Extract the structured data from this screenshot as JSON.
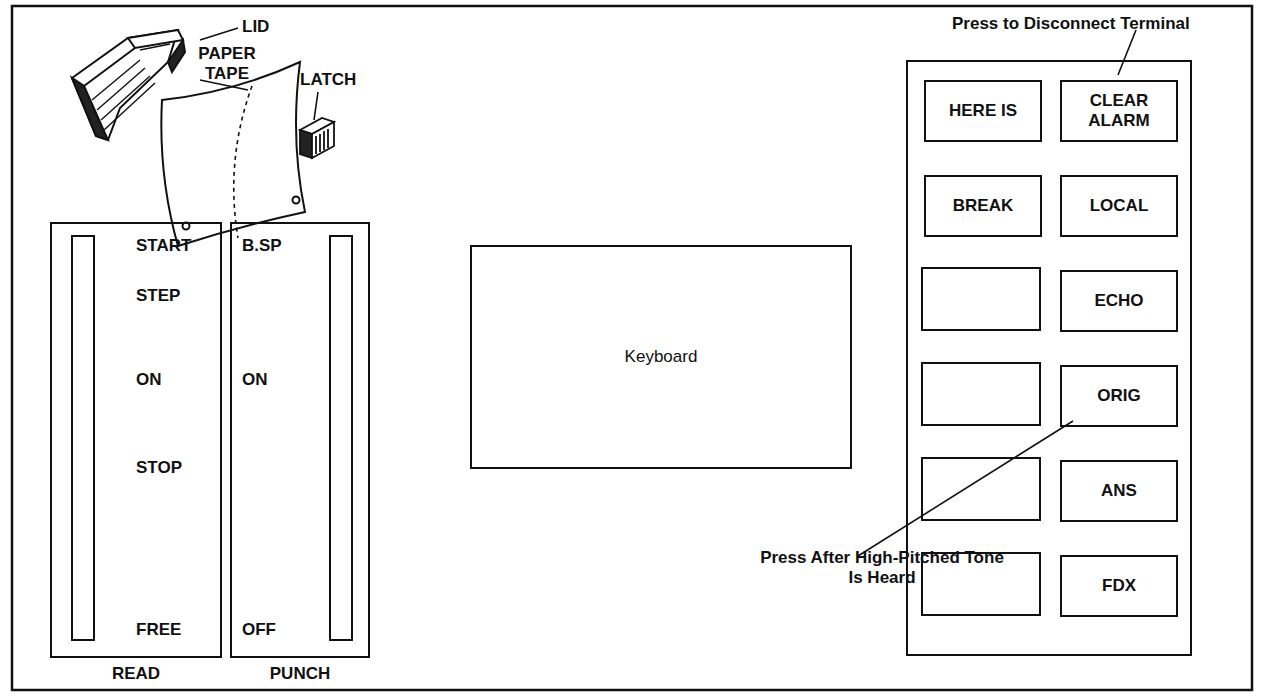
{
  "diagram": {
    "nodes": [
      {
        "text": [
          "START",
          "STEP",
          "ON",
          "STOP",
          "FREE",
          "READ"
        ]
      },
      {
        "text": [
          "B.SP",
          "ON",
          "OFF",
          "PUNCH"
        ]
      },
      {
        "text": [
          "Keyboard"
        ]
      },
      {
        "text": []
      },
      {
        "text": [
          "HERE IS"
        ],
        "in": 3
      },
      {
        "text": [
          "CLEAR ALARM"
        ],
        "in": 3
      },
      {
        "text": [
          "BREAK"
        ],
        "in": 3
      },
      {
        "text": [
          "LOCAL"
        ],
        "in": 3
      },
      {
        "text": [
          "ECHO"
        ],
        "in": 3
      },
      {
        "text": [
          "ORIG"
        ],
        "in": 3
      },
      {
        "text": [
          "ANS"
        ],
        "in": 3
      },
      {
        "text": [
          "FDX"
        ],
        "in": 3
      }
    ],
    "labels": [
      "LID",
      "PAPER TAPE",
      "LATCH",
      "Press to Disconnect Terminal",
      "Press After High-Pitched Tone Is Heard"
    ]
  }
}
